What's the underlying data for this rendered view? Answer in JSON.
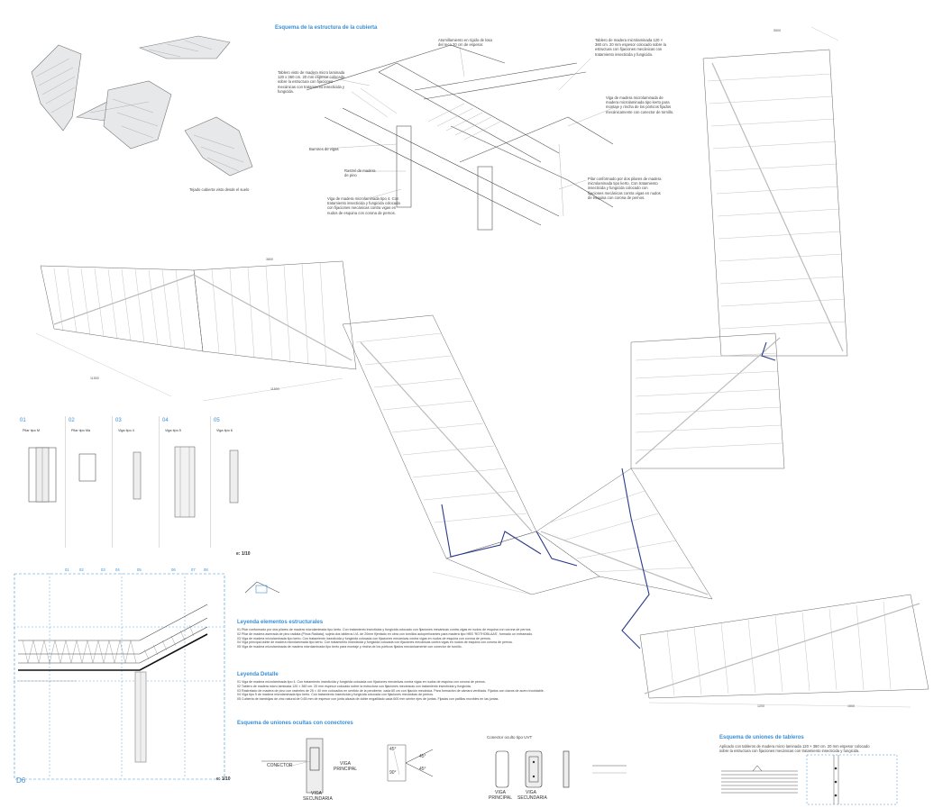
{
  "headings": {
    "esquema_cubierta": "Esquema de la estructura de la cubierta",
    "leyenda_elementos": "Leyenda elementos estructurales",
    "leyenda_detalle": "Leyenda Detalle",
    "uniones_ocultas": "Esquema de uniones ocultas con conectores",
    "uniones_tableros": "Esquema de uniones de tableros",
    "conector_tipo": "Conector oculto tipo UVT",
    "render_caption": "Tejado cubierta visto desde el suelo"
  },
  "axo_notes": {
    "atornillado": "Atornillamiento en rígido de losa del reco 20 cm de espesor.",
    "tablero_top": "Tablero de madera microlaminada 120 × 360 cm. 20 mm espesor colocado sobre la estructura con fijaciones mecánicas con tratamiento insecticida y fungicida.",
    "tablero_left": "Tablero visto de madera micro laminada 120 x 360 cm. 20 mm espesor colocado sobre la estructura con fijaciones mecánicas con tratamiento insecticida y fungicida.",
    "viga_right": "Viga de madera microlaminada de madera microlaminada tipo kerto para montaje y rincha de los pórticos fijados mecánicamente con conector de tornillo.",
    "barrotes": "Barrotes de vigas",
    "rastrel": "Rastrel de madera de pino",
    "viga_bottom": "Viga de madera microlaminada tipo 4. Con tratamiento insecticida y fungicida colocada con fijaciones mecánicas contra vigas en nudos de esquina con corona de pernos.",
    "pilar_right": "Pilar conformado por dos pilares de madera microlaminada tipo kerto. Con tratamiento insecticida y fungicida colocado con fijaciones mecánicas contra vigas en nudos de esquina con corona de pernos."
  },
  "cards": [
    {
      "num": "01",
      "name": "Pilar tipo M"
    },
    {
      "num": "02",
      "name": "Pilar tipo Ma"
    },
    {
      "num": "03",
      "name": "Viga tipo 4"
    },
    {
      "num": "04",
      "name": "Viga tipo 5"
    },
    {
      "num": "05",
      "name": "Viga tipo 6"
    }
  ],
  "scales": {
    "cards": "e: 1/10",
    "detail": "e: 1/10"
  },
  "detail_code": "D6",
  "detail_marks": [
    "01",
    "02",
    "03",
    "04",
    "05",
    "06",
    "07",
    "08"
  ],
  "legend_elementos": [
    "01 Pilar conformado por dos pilares de madera microlaminada tipo kerto. Con tratamiento insecticida y fungicida colocado con fijaciones mecánicas contra vigas en nudos de esquina con corona de pernos.",
    "02 Pilar de madera aserrada de pino radiata (Pinus Radiata), sujeta dos tableros LVL de 20mm fijentado en obra con tornillos autoperforantes para madera tipo HBS 'ROTHOBLAAS', formado un entramado.",
    "03 Viga de madera microlaminada tipo kerto. Con tratamiento insecticida y fungicida colocada con fijaciones mecánicas contra vigas en nudos de esquina con corona de pernos.",
    "04 Viga principal doble de madera microlaminada tipo kerto. Con tratamiento insecticida y fungicida colocada con fijaciones mecánicas contra vigas en nudos de esquina con corona de pernos.",
    "05 Viga de madera microlaminada de madera microlaminada tipo kerto para montaje y rincha de los pórticos fijados mecánicamente con conector de tornillo."
  ],
  "legend_detalle": [
    "01 Viga de madera microlaminada tipo 4. Con tratamiento insecticida y fungicida colocada con fijaciones mecánicas contra vigas en nudos de esquina con corona de pernos.",
    "02 Tablero de madera micro laminada 120 × 360 cm. 20 mm espesor colocado sobre la estructura con fijaciones mecánicas con tratamiento insecticida y fungicida.",
    "03 Rastrelado de madera de pino con rastreles de 25 × 40 mm colocados en sentido de la pendiente, cada 60 cm con fijación mecánica. Para formación de cámara ventilada. Fijados con clavos de acero inoxidable.",
    "04 Viga tipo 5 de madera microlaminada tipo kerto. Con tratamiento insecticida y fungicida colocada con fijaciones mecánicas de pernos.",
    "05 Cubierta de bambújas de zinc natural de 0,65 mm de espesor con junta alzada de doble engatillado cada 600 mm sentre ejes de juntas. Fijadas con patillas movibles en las juntas."
  ],
  "connector_labels": {
    "conector": "CONECTOR",
    "viga_principal": "VIGA PRINCIPAL",
    "viga_secundaria": "VIGA SECUNDARIA",
    "angle_a": "45°",
    "angle_b": "90°",
    "viga_principal_2": "VIGA PRINCIPAL",
    "viga_secundaria_2": "VIGA SECUNDARIA"
  },
  "tableros_note": "Aplicado con tableros de madera micro laminada 120 × 360 cm. 20 mm espesor colocado sobre la estructura con fijaciones mecánicas con tratamiento insecticida y fungicida.",
  "dims": {
    "d1": "5500",
    "d2": "1200",
    "d3": "1500",
    "d4": "3800",
    "d5": "11500"
  }
}
